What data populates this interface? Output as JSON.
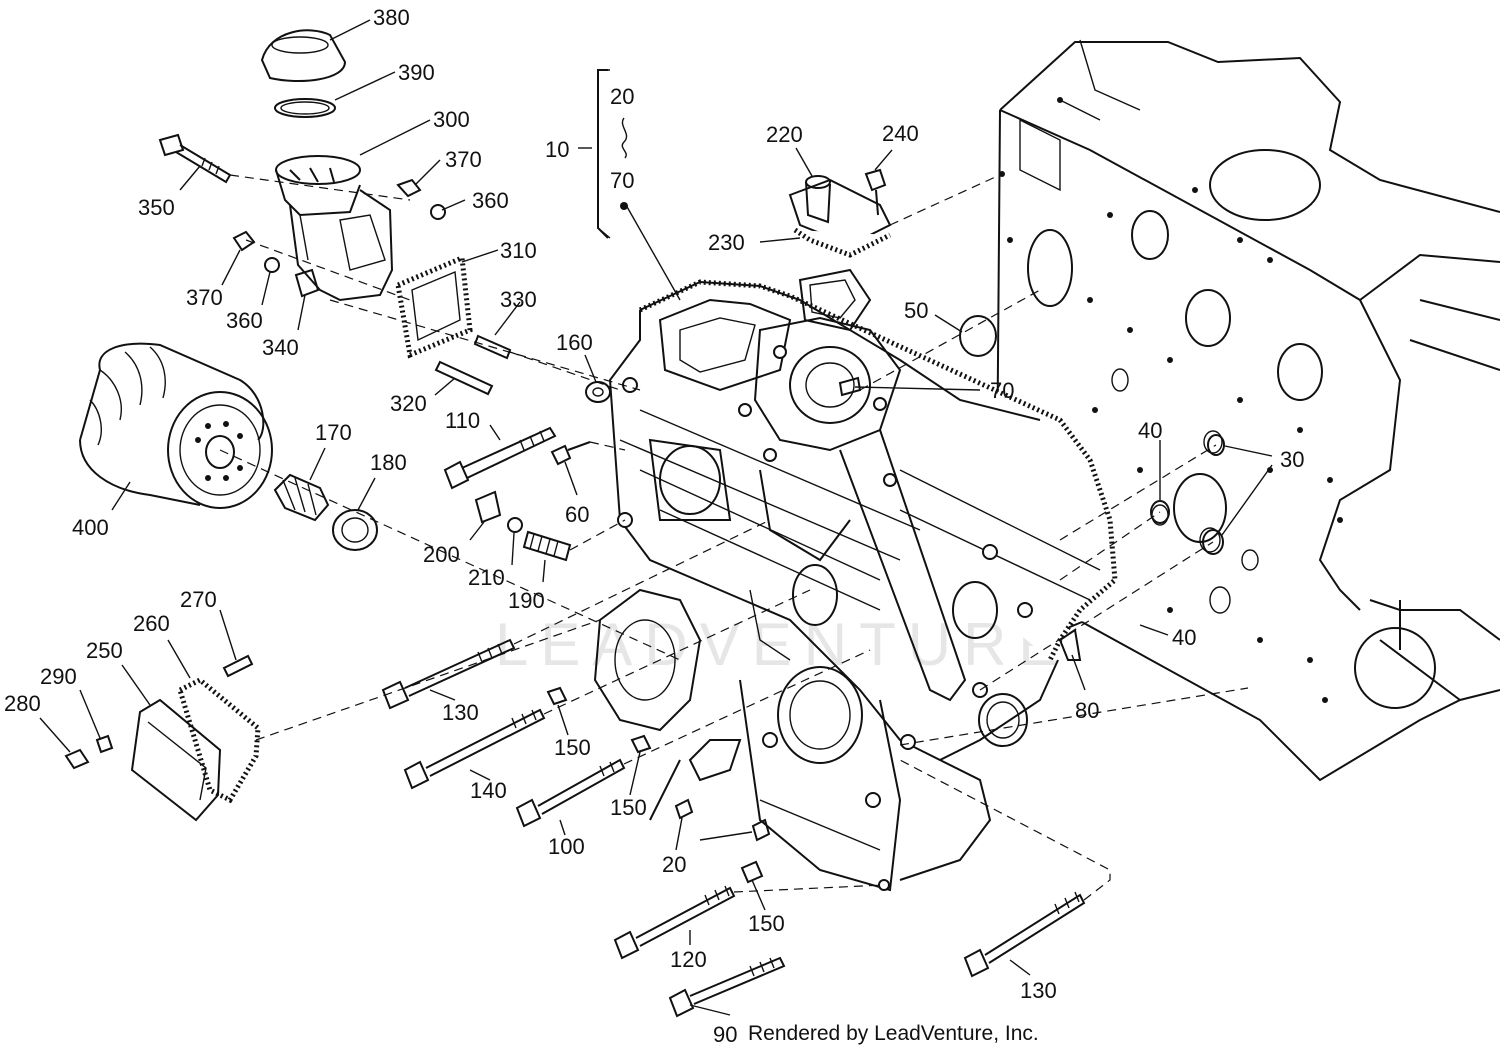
{
  "diagram": {
    "watermark": "LEADVENTURE",
    "footer": "Rendered by LeadVenture, Inc.",
    "callouts": [
      {
        "id": "c380",
        "text": "380"
      },
      {
        "id": "c390",
        "text": "390"
      },
      {
        "id": "c300",
        "text": "300"
      },
      {
        "id": "c370a",
        "text": "370"
      },
      {
        "id": "c360a",
        "text": "360"
      },
      {
        "id": "c350",
        "text": "350"
      },
      {
        "id": "c310",
        "text": "310"
      },
      {
        "id": "c330",
        "text": "330"
      },
      {
        "id": "c370b",
        "text": "370"
      },
      {
        "id": "c360b",
        "text": "360"
      },
      {
        "id": "c340",
        "text": "340"
      },
      {
        "id": "c320",
        "text": "320"
      },
      {
        "id": "c170",
        "text": "170"
      },
      {
        "id": "c180",
        "text": "180"
      },
      {
        "id": "c400",
        "text": "400"
      },
      {
        "id": "c110",
        "text": "110"
      },
      {
        "id": "c160",
        "text": "160"
      },
      {
        "id": "c60",
        "text": "60"
      },
      {
        "id": "c200",
        "text": "200"
      },
      {
        "id": "c210",
        "text": "210"
      },
      {
        "id": "c190",
        "text": "190"
      },
      {
        "id": "c10",
        "text": "10"
      },
      {
        "id": "c20a",
        "text": "20"
      },
      {
        "id": "c70a",
        "text": "70"
      },
      {
        "id": "c220",
        "text": "220"
      },
      {
        "id": "c240",
        "text": "240"
      },
      {
        "id": "c230",
        "text": "230"
      },
      {
        "id": "c50",
        "text": "50"
      },
      {
        "id": "c70b",
        "text": "70"
      },
      {
        "id": "c40a",
        "text": "40"
      },
      {
        "id": "c30",
        "text": "30"
      },
      {
        "id": "c40b",
        "text": "40"
      },
      {
        "id": "c80",
        "text": "80"
      },
      {
        "id": "c270",
        "text": "270"
      },
      {
        "id": "c260",
        "text": "260"
      },
      {
        "id": "c250",
        "text": "250"
      },
      {
        "id": "c290",
        "text": "290"
      },
      {
        "id": "c280",
        "text": "280"
      },
      {
        "id": "c130a",
        "text": "130"
      },
      {
        "id": "c150a",
        "text": "150"
      },
      {
        "id": "c140",
        "text": "140"
      },
      {
        "id": "c150b",
        "text": "150"
      },
      {
        "id": "c100",
        "text": "100"
      },
      {
        "id": "c20b",
        "text": "20"
      },
      {
        "id": "c150c",
        "text": "150"
      },
      {
        "id": "c120",
        "text": "120"
      },
      {
        "id": "c130b",
        "text": "130"
      },
      {
        "id": "c90",
        "text": "90"
      }
    ]
  }
}
